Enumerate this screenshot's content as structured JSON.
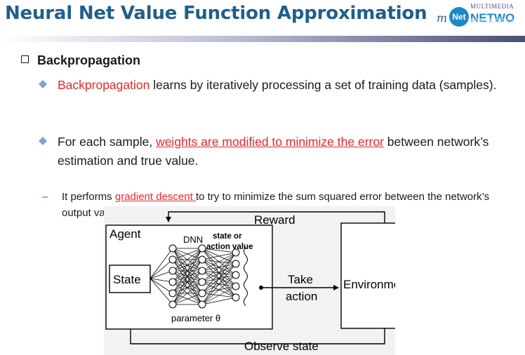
{
  "header": {
    "title": "Neural Net Value Function Approximation",
    "logo": {
      "script_m": "m",
      "badge": "Net",
      "top_text": "MULTIMEDIA",
      "network_text": "NETWO"
    },
    "colors": {
      "title": "#1f5f8b",
      "band_dark": "#4a4f74"
    }
  },
  "content": {
    "heading": "Backpropagation",
    "bullets": [
      {
        "highlight": "Backpropagation",
        "text": " learns by iteratively processing a set of training data (samples)."
      },
      {
        "prefix": "For each sample, ",
        "highlight": "weights are modified  to minimize the error",
        "suffix": " between  network’s estimation and true value."
      }
    ],
    "sub": {
      "prefix": "It performs ",
      "highlight": "gradient descent ",
      "suffix": "to try to minimize the sum squared error between the network’s output values and the given target values."
    }
  },
  "diagram": {
    "reward": "Reward",
    "agent": "Agent",
    "dnn": "DNN",
    "value_line1": "state or",
    "value_line2": "action value",
    "state": "State",
    "parameter": "parameter θ",
    "take": "Take",
    "action": "action",
    "environment": "Environment",
    "observe": "Observe state"
  }
}
